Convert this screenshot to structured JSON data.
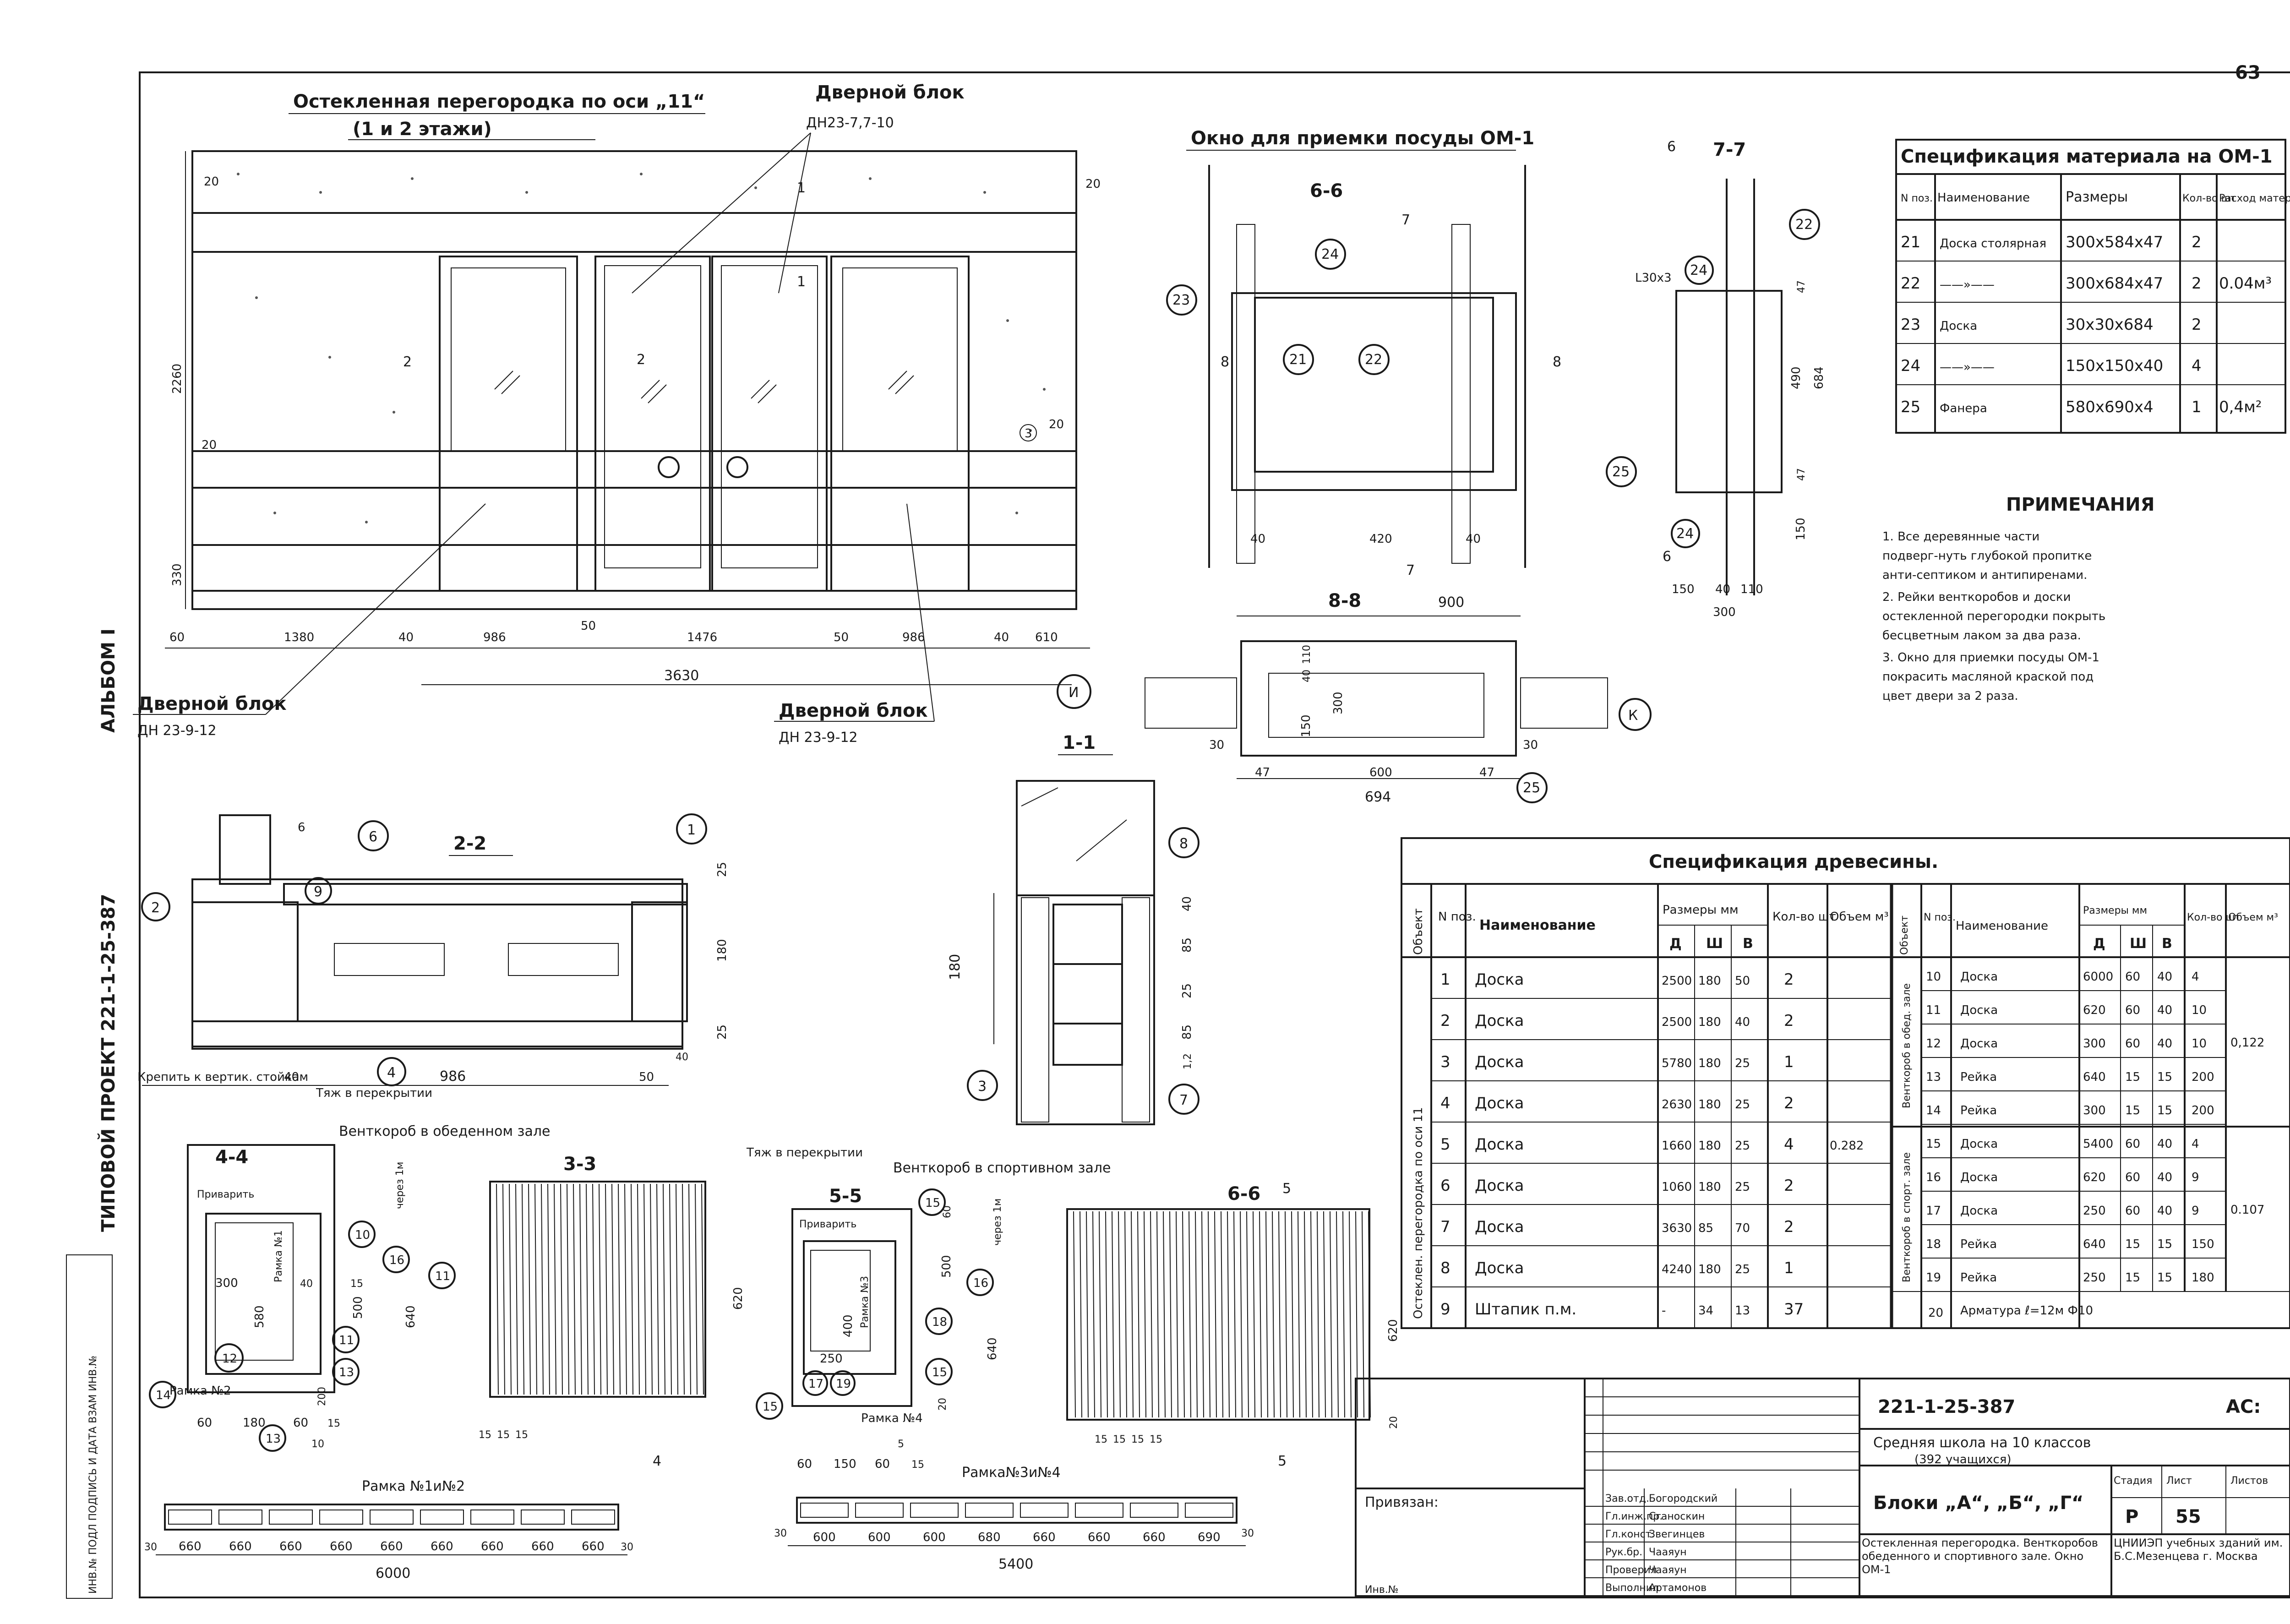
{
  "sheet": {
    "page_no": "63",
    "side_text_project": "ТИПОВОЙ ПРОЕКТ 221-1-25-387",
    "side_text_album": "АЛЬБОМ I",
    "side_stamp": "ИНВ.№ ПОДЛ ПОДПИСЬ И ДАТА ВЗАМ ИНВ.№"
  },
  "elevation": {
    "title": "Остекленная перегородка по оси „11“",
    "subtitle": "(1 и 2 этажи)",
    "callout_top": "Дверной блок",
    "callout_top_code": "ДН23-7,7-10",
    "callout_left": "Дверной блок",
    "callout_left_code": "ДН 23-9-12",
    "callout_right": "Дверной блок",
    "callout_right_code": "ДН 23-9-12",
    "axis": "И",
    "dims_bottom": [
      "60",
      "1380",
      "40",
      "986",
      "50",
      "1476",
      "50",
      "986",
      "40",
      "610"
    ],
    "total": "3630",
    "dim_left_a": "2260",
    "dim_left_b": "330",
    "marks": [
      "2",
      "2",
      "1",
      "1",
      "3",
      "20",
      "20",
      "20",
      "20"
    ]
  },
  "window_section": {
    "title": "Окно для приемки посуды ОМ-1",
    "sec66": "6-6",
    "sec77": "7-7",
    "sec88": "8-8",
    "sec7": "7",
    "sec6": "6",
    "sec8": "8",
    "dims_66": [
      "40",
      "420",
      "40"
    ],
    "dims_88": [
      "47",
      "600",
      "47"
    ],
    "total_88": "694",
    "top_88": "900",
    "dims_77_bottom": [
      "150",
      "40",
      "110"
    ],
    "total_77": "300",
    "dims_77_right": [
      "47",
      "490",
      "684",
      "47",
      "150"
    ],
    "label_angle": "L30x3",
    "dims_88_side": [
      "30",
      "30",
      "150",
      "40",
      "110",
      "300"
    ],
    "circles": [
      "24",
      "22",
      "23",
      "21",
      "22",
      "24",
      "25",
      "24",
      "25",
      "К"
    ]
  },
  "material_spec": {
    "title": "Спецификация материала на ОМ-1",
    "headers": [
      "N поз.",
      "Наименование",
      "Размеры",
      "Кол-во шт",
      "Расход материал"
    ],
    "rows": [
      [
        "21",
        "Доска столярная",
        "300х584х47",
        "2",
        ""
      ],
      [
        "22",
        "——»——",
        "300х684х47",
        "2",
        "0.04м³"
      ],
      [
        "23",
        "Доска",
        "30х30х684",
        "2",
        ""
      ],
      [
        "24",
        "——»——",
        "150х150х40",
        "4",
        ""
      ],
      [
        "25",
        "Фанера",
        "580х690х4",
        "1",
        "0,4м²"
      ]
    ]
  },
  "notes": {
    "title": "ПРИМЕЧАНИЯ",
    "items": [
      "1. Все деревянные части подверг-нуть глубокой пропитке анти-септиком и антипиренами.",
      "2. Рейки венткоробов и доски остекленной перегородки покрыть бесцветным лаком за два раза.",
      "3. Окно для приемки посуды ОМ-1 покрасить масляной краской под цвет двери за 2 раза."
    ]
  },
  "section22": {
    "title": "2-2",
    "dims": [
      "40",
      "986",
      "50"
    ],
    "note": "Крепить к вертик. стойкам",
    "right_dims": [
      "25",
      "180",
      "25"
    ],
    "top_mark": "6",
    "bottom_mark": "40",
    "circles": [
      "6",
      "1",
      "2",
      "9",
      "4"
    ]
  },
  "section11": {
    "title": "1-1",
    "dims_left": "180",
    "dims_right": [
      "40",
      "85",
      "25",
      "85",
      "1,2"
    ],
    "circles": [
      "8",
      "3",
      "7"
    ]
  },
  "vent44": {
    "title": "4-4",
    "caption": "Венткороб в обеденном зале",
    "tie": "Тяж в перекрытии",
    "weld": "Приварить",
    "frame": "Рамка №1",
    "frame2": "Рамка №2",
    "dims": [
      "300",
      "580",
      "40",
      "15",
      "500",
      "640",
      "60",
      "180",
      "60",
      "15",
      "10",
      "200"
    ],
    "circles": [
      "10",
      "16",
      "11",
      "12",
      "13",
      "14",
      "13"
    ],
    "through": "через 1м"
  },
  "vent33": {
    "title": "3-3",
    "circle": "11",
    "dim": "620"
  },
  "vent55": {
    "title": "5-5",
    "caption": "Венткороб в спортивном зале",
    "tie": "Тяж в перекрытии",
    "weld": "Приварить",
    "frame3": "Рамка №3",
    "frame4": "Рамка №4",
    "dims": [
      "500",
      "400",
      "250",
      "60",
      "150",
      "60",
      "15",
      "5",
      "20",
      "640",
      "60"
    ],
    "circles": [
      "15",
      "16",
      "18",
      "17",
      "19",
      "15",
      "15"
    ],
    "through": "через 1м"
  },
  "vent66": {
    "title": "6-6",
    "dim": "620",
    "mark": "5",
    "dim_b": "20"
  },
  "frames_bottom": {
    "label_a": "Рамка №1и№2",
    "dims_a": [
      "660",
      "660",
      "660",
      "660",
      "660",
      "660",
      "660",
      "660",
      "660"
    ],
    "total_a": "6000",
    "ends_a": [
      "30",
      "30"
    ],
    "label_b": "Рамка№3и№4",
    "dims_b": [
      "600",
      "600",
      "600",
      "680",
      "660",
      "660",
      "660",
      "690"
    ],
    "total_b": "5400",
    "ends_b": [
      "30",
      "30"
    ],
    "marks_a": [
      "4",
      "15",
      "15",
      "15"
    ],
    "marks_b": [
      "5",
      "15",
      "15",
      "15",
      "15"
    ]
  },
  "wood_spec": {
    "title": "Спецификация древесины.",
    "left_group": "Остеклен. перегородка по оси 11",
    "headers": [
      "Объект",
      "N поз.",
      "Наименование",
      "Д",
      "Ш",
      "В",
      "Кол-во шт",
      "Объем м³"
    ],
    "header_dims": "Размеры мм",
    "rows_left": [
      [
        "1",
        "Доска",
        "2500",
        "180",
        "50",
        "2"
      ],
      [
        "2",
        "Доска",
        "2500",
        "180",
        "40",
        "2"
      ],
      [
        "3",
        "Доска",
        "5780",
        "180",
        "25",
        "1"
      ],
      [
        "4",
        "Доска",
        "2630",
        "180",
        "25",
        "2"
      ],
      [
        "5",
        "Доска",
        "1660",
        "180",
        "25",
        "4"
      ],
      [
        "6",
        "Доска",
        "1060",
        "180",
        "25",
        "2"
      ],
      [
        "7",
        "Доска",
        "3630",
        "85",
        "70",
        "2"
      ],
      [
        "8",
        "Доска",
        "4240",
        "180",
        "25",
        "1"
      ],
      [
        "9",
        "Штапик п.м.",
        "-",
        "34",
        "13",
        "37"
      ]
    ],
    "volume_left": "0.282",
    "right_group_a": "Венткороб в обед. зале",
    "right_group_b": "Венткороб в спорт. зале",
    "rows_right": [
      [
        "10",
        "Доска",
        "6000",
        "60",
        "40",
        "4"
      ],
      [
        "11",
        "Доска",
        "620",
        "60",
        "40",
        "10"
      ],
      [
        "12",
        "Доска",
        "300",
        "60",
        "40",
        "10"
      ],
      [
        "13",
        "Рейка",
        "640",
        "15",
        "15",
        "200"
      ],
      [
        "14",
        "Рейка",
        "300",
        "15",
        "15",
        "200"
      ],
      [
        "15",
        "Доска",
        "5400",
        "60",
        "40",
        "4"
      ],
      [
        "16",
        "Доска",
        "620",
        "60",
        "40",
        "9"
      ],
      [
        "17",
        "Доска",
        "250",
        "60",
        "40",
        "9"
      ],
      [
        "18",
        "Рейка",
        "640",
        "15",
        "15",
        "150"
      ],
      [
        "19",
        "Рейка",
        "250",
        "15",
        "15",
        "180"
      ]
    ],
    "volume_right_a": "0,122",
    "volume_right_b": "0.107",
    "row_20": [
      "20",
      "Арматура ℓ=12м Ф10"
    ]
  },
  "title_block": {
    "code": "221-1-25-387",
    "stage_code": "АС:",
    "school": "Средняя школа на 10 классов",
    "pupils": "(392 учащихся)",
    "blocks": "Блоки „А“, „Б“, „Г“",
    "contents": "Остекленная перегородка. Венткоробов обеденного и спортивного зале. Окно ОМ-1",
    "org": "ЦНИИЭП учебных зданий им. Б.С.Мезенцева г. Москва",
    "stage_hdr": [
      "Стадия",
      "Лист",
      "Листов"
    ],
    "stage": "Р",
    "sheet": "55",
    "privyazan": "Привязан:",
    "inv": "Инв.№",
    "roles": [
      "Зав.отд.",
      "Гл.инж.пр.",
      "Гл.конст.",
      "Рук.бр.",
      "Проверил",
      "Выполнил"
    ],
    "names": [
      "Богородский",
      "Сганоскин",
      "Звегинцев",
      "Чааяун",
      "Чааяун",
      "Артамонов"
    ]
  }
}
